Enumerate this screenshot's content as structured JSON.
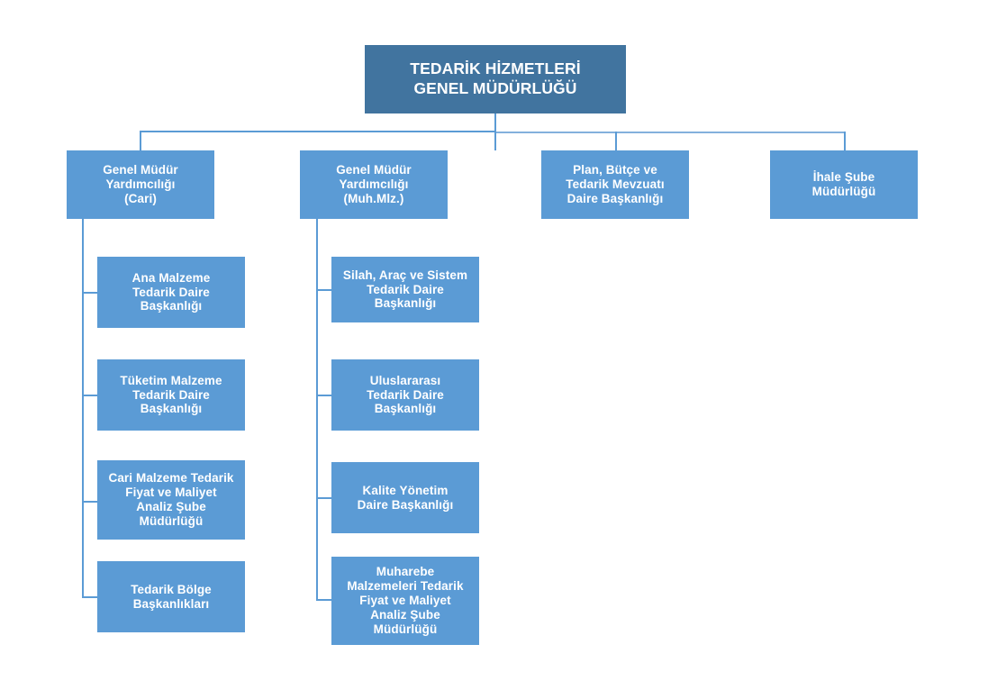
{
  "diagram": {
    "title": "TEDARİK HİZMETLERİ GENEL MÜDÜRLÜĞÜ Organizasyon Şeması",
    "type": "organization-chart",
    "colors": {
      "root_box": "#41749f",
      "node_box": "#5b9bd5",
      "connector": "#5b9bd5",
      "connector_light": "#83b0dc",
      "text": "#ffffff",
      "background": "#ffffff"
    }
  },
  "root": {
    "label": "TEDARİK HİZMETLERİ\nGENEL MÜDÜRLÜĞÜ"
  },
  "level2": [
    {
      "label": "Genel Müdür\nYardımcılığı\n(Cari)"
    },
    {
      "label": "Genel Müdür\nYardımcılığı\n(Muh.Mlz.)"
    },
    {
      "label": "Plan, Bütçe ve\nTedarik Mevzuatı\nDaire Başkanlığı"
    },
    {
      "label": "İhale Şube\nMüdürlüğü"
    }
  ],
  "branch_cari": {
    "children": [
      {
        "label": "Ana Malzeme\nTedarik Daire\nBaşkanlığı"
      },
      {
        "label": "Tüketim Malzeme\nTedarik Daire\nBaşkanlığı"
      },
      {
        "label": "Cari Malzeme Tedarik\nFiyat ve Maliyet\nAnaliz Şube\nMüdürlüğü"
      },
      {
        "label": "Tedarik Bölge\nBaşkanlıkları"
      }
    ]
  },
  "branch_muhmlz": {
    "children": [
      {
        "label": "Silah, Araç ve Sistem\nTedarik Daire\nBaşkanlığı"
      },
      {
        "label": "Uluslararası\nTedarik Daire\nBaşkanlığı"
      },
      {
        "label": "Kalite Yönetim\nDaire Başkanlığı"
      },
      {
        "label": "Muharebe\nMalzemeleri Tedarik\nFiyat ve Maliyet\nAnaliz Şube\nMüdürlüğü"
      }
    ]
  }
}
